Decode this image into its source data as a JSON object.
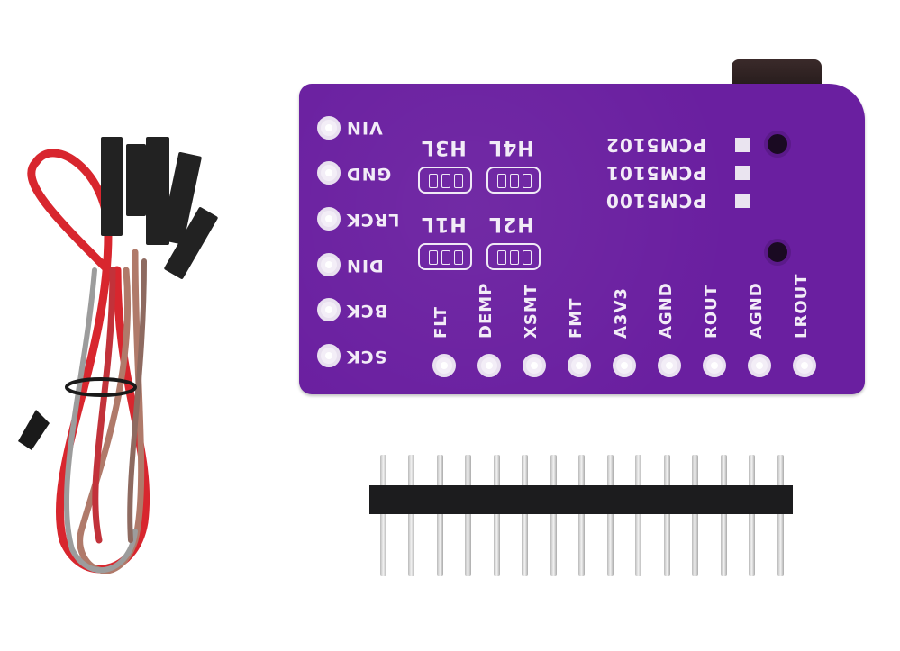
{
  "scene": {
    "subject": "PCM5102 DAC breakout board kit",
    "background_color": "#ffffff",
    "pcb_color": "#6a1fa0"
  },
  "board": {
    "left_pins": [
      "VIN",
      "GND",
      "LRCK",
      "DIN",
      "BCK",
      "SCK"
    ],
    "bottom_pins": [
      "FLT",
      "DEMP",
      "XSMT",
      "FMT",
      "A3V3",
      "AGND",
      "ROUT",
      "AGND",
      "LROUT"
    ],
    "jumper_labels": [
      "H3L",
      "H4L",
      "H1L",
      "H2L"
    ],
    "chip_options": [
      "PCM5102",
      "PCM5101",
      "PCM5100"
    ]
  },
  "header": {
    "pin_count": 15,
    "color": "#1c1c1e"
  },
  "cables": {
    "colors": [
      "#d8262e",
      "#b07a6a",
      "#9c9c9c"
    ],
    "connector_color": "#222222"
  }
}
